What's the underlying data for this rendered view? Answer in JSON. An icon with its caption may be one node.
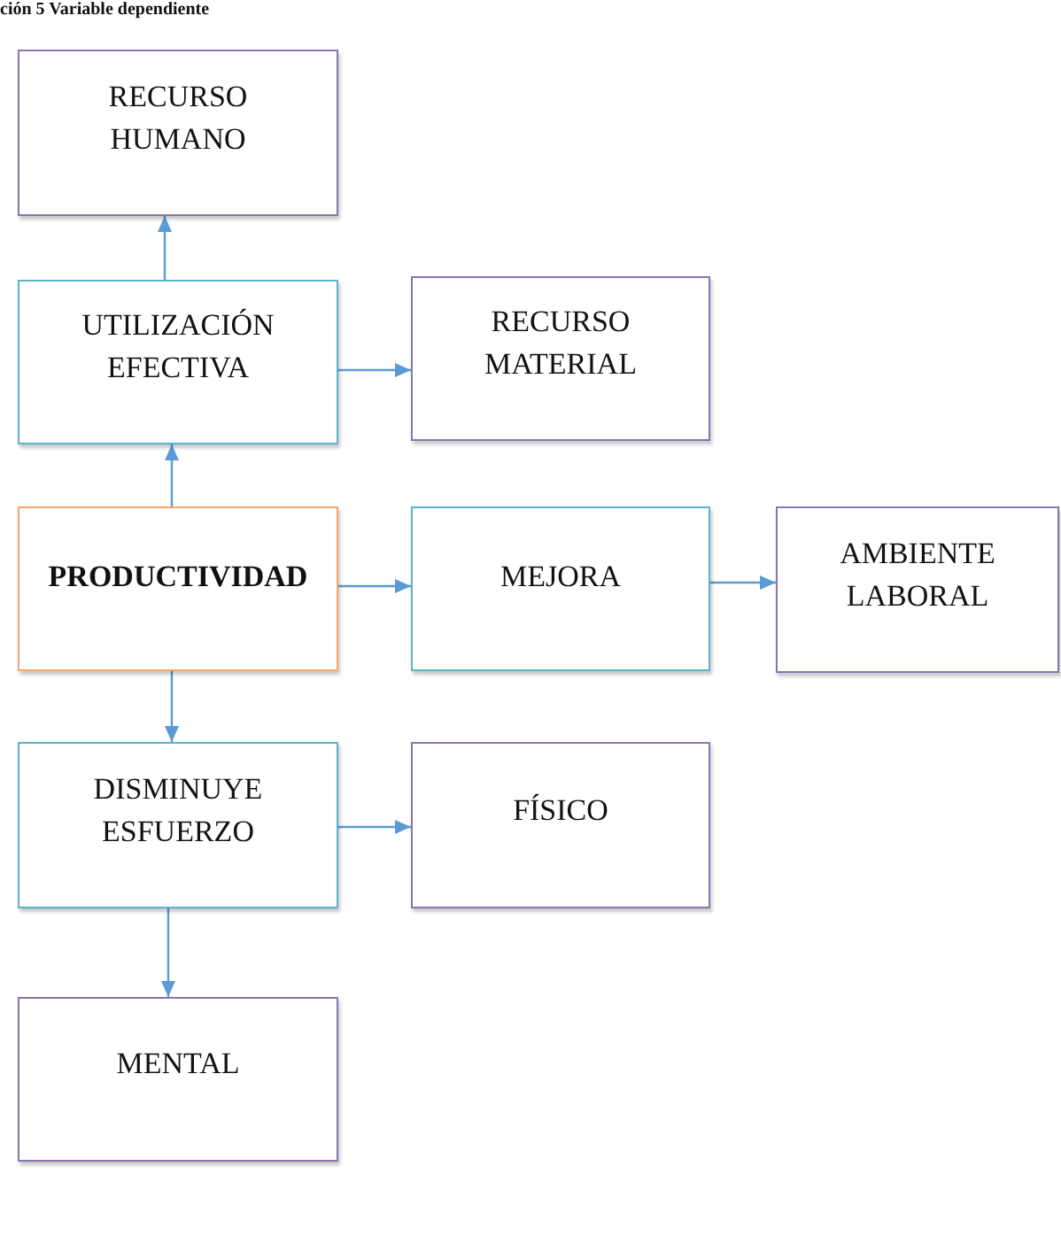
{
  "diagram": {
    "title": "ción 5 Variable dependiente",
    "nodes": [
      {
        "text": [
          "RECURSO HUMANO"
        ]
      },
      {
        "text": [
          "UTILIZACIÓN EFECTIVA"
        ]
      },
      {
        "text": [
          "RECURSO MATERIAL"
        ]
      },
      {
        "text": [
          "PRODUCTIVIDAD"
        ]
      },
      {
        "text": [
          "MEJORA"
        ]
      },
      {
        "text": [
          "AMBIENTE LABORAL"
        ]
      },
      {
        "text": [
          "DISMINUYE ESFUERZO"
        ]
      },
      {
        "text": [
          "FÍSICO"
        ]
      },
      {
        "text": [
          "MENTAL"
        ]
      }
    ],
    "edges": [
      {
        "from": 1,
        "to": 0,
        "arrow": "to"
      },
      {
        "from": 1,
        "to": 2,
        "arrow": "to"
      },
      {
        "from": 3,
        "to": 1,
        "arrow": "to"
      },
      {
        "from": 3,
        "to": 4,
        "arrow": "to"
      },
      {
        "from": 4,
        "to": 5,
        "arrow": "to"
      },
      {
        "from": 3,
        "to": 6,
        "arrow": "to"
      },
      {
        "from": 6,
        "to": 7,
        "arrow": "to"
      },
      {
        "from": 6,
        "to": 8,
        "arrow": "to"
      }
    ]
  }
}
